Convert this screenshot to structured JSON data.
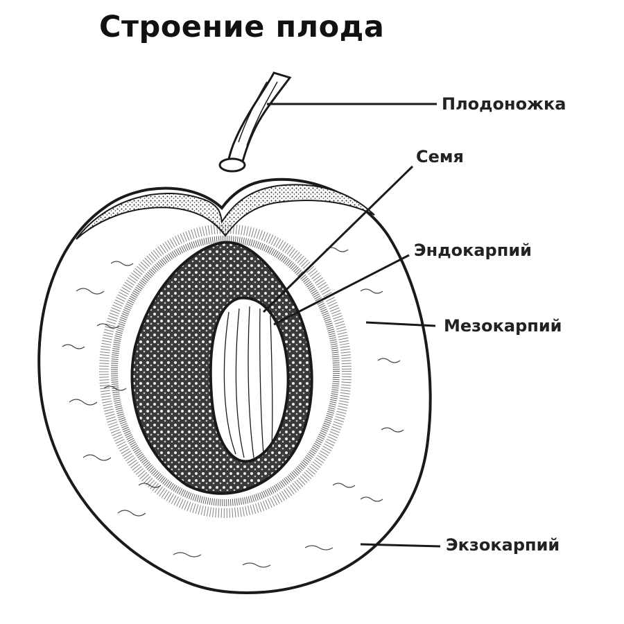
{
  "title": "Строение плода",
  "labels": {
    "stalk": "Плодоножка",
    "seed": "Семя",
    "endocarp": "Эндокарпий",
    "mesocarp": "Мезокарпий",
    "exocarp": "Экзокарпий"
  },
  "colors": {
    "ink": "#1a1a1a",
    "paper": "#ffffff"
  }
}
